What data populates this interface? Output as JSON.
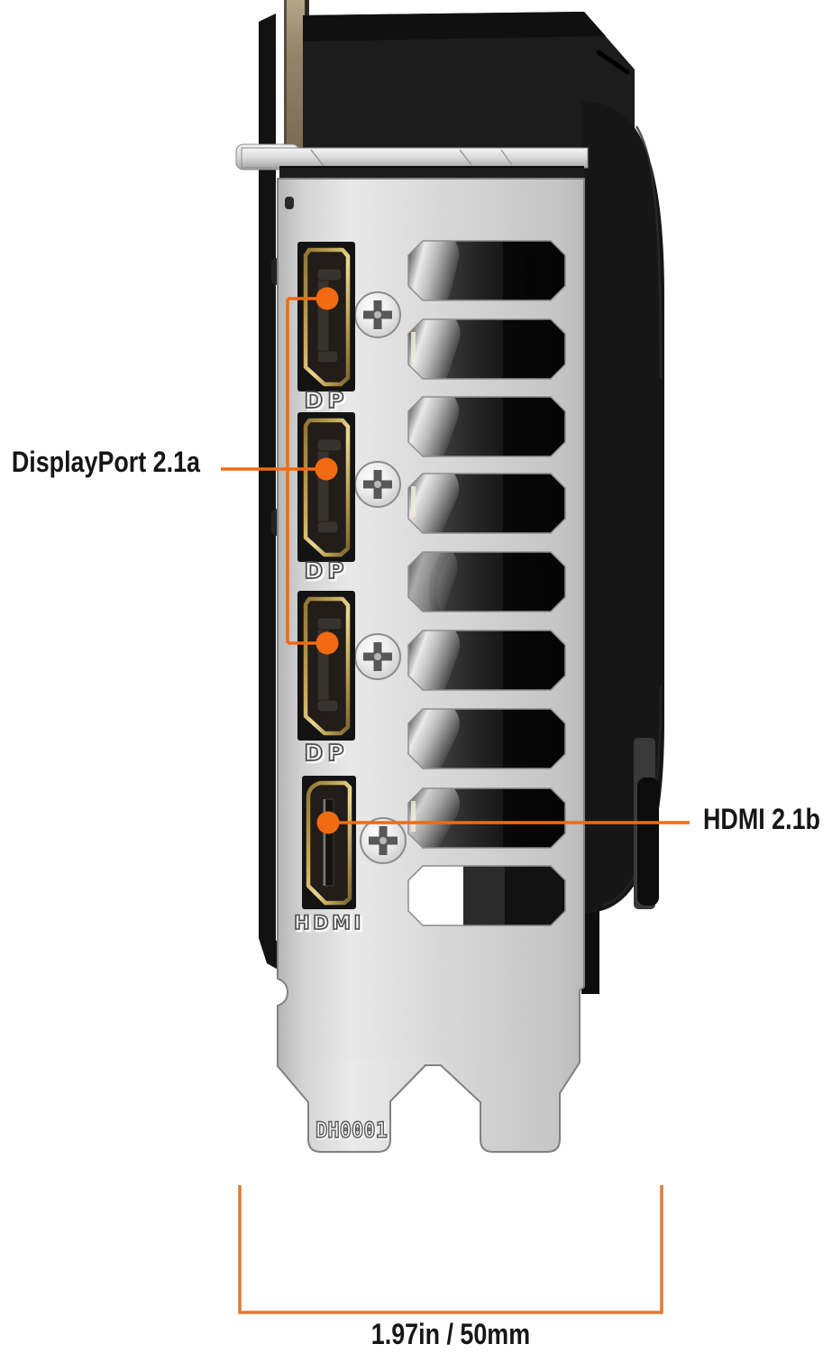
{
  "page": {
    "type": "annotated-product-image",
    "background": "#ffffff"
  },
  "card": {
    "bracket_stamp": "DH0001",
    "ports": [
      {
        "id": "displayport-1",
        "embossed_label": "DP"
      },
      {
        "id": "displayport-2",
        "embossed_label": "DP"
      },
      {
        "id": "displayport-3",
        "embossed_label": "DP"
      },
      {
        "id": "hdmi",
        "embossed_label": "HDMI"
      }
    ]
  },
  "callouts": {
    "displayport": {
      "label": "DisplayPort 2.1a"
    },
    "hdmi": {
      "label": "HDMI 2.1b"
    }
  },
  "dimension": {
    "label": "1.97in / 50mm"
  },
  "colors": {
    "callout_accent": "#F26A12",
    "dimension_line": "#E2792F",
    "label_text": "#161616",
    "bracket_silver": "#D9D9D9",
    "port_gold": "#C9AB5C",
    "card_black": "#1B1B1B"
  },
  "icons": {
    "screws": "phillips-screw-icon",
    "callout_marker": "callout-dot"
  }
}
